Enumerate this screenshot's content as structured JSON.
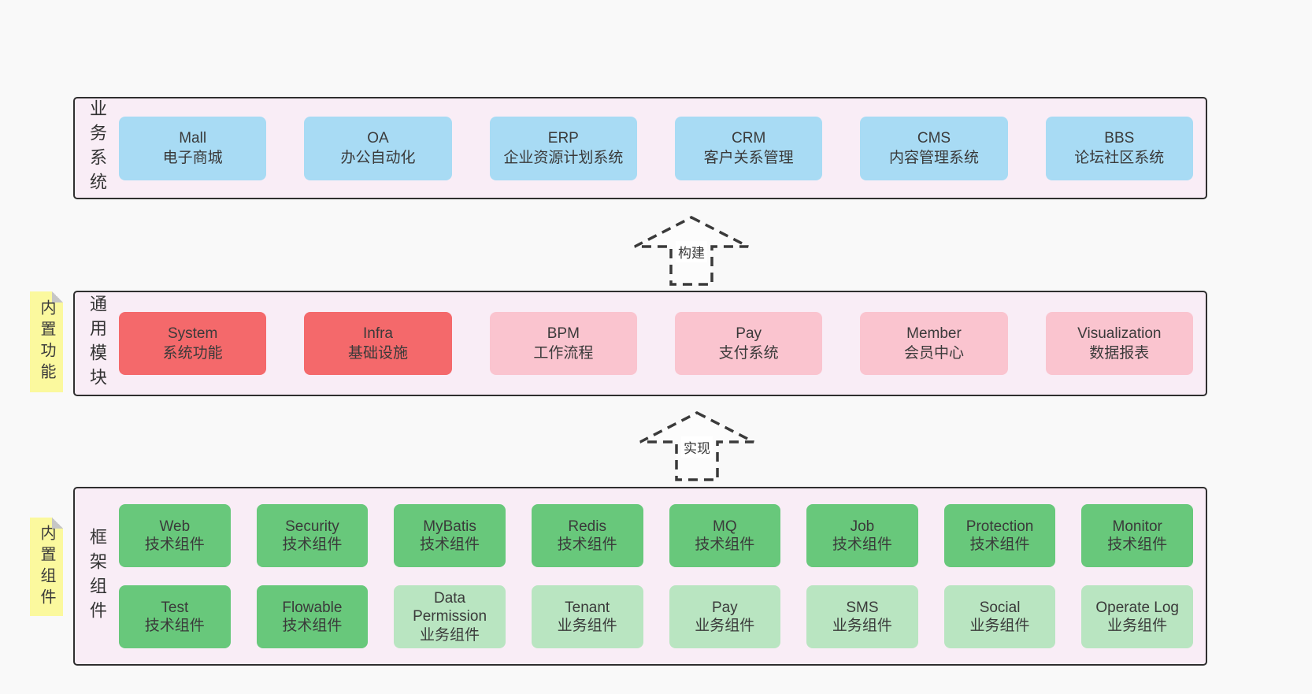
{
  "arrows": {
    "build": "构建",
    "implement": "实现"
  },
  "colors": {
    "page_bg": "#f9f9f9",
    "container_bg": "#f9edf6",
    "container_border": "#2f2f2f",
    "business_box": "#a8dbf4",
    "core_module_box": "#f4696b",
    "module_box": "#fac4cf",
    "tech_component_box": "#68c87b",
    "biz_component_box": "#b9e5c1",
    "sticky_note": "#fbf99e"
  },
  "layers": {
    "business": {
      "label": "业务系统",
      "boxes": [
        {
          "title": "Mall",
          "subtitle": "电子商城",
          "variant": "blue"
        },
        {
          "title": "OA",
          "subtitle": "办公自动化",
          "variant": "blue"
        },
        {
          "title": "ERP",
          "subtitle": "企业资源计划系统",
          "variant": "blue"
        },
        {
          "title": "CRM",
          "subtitle": "客户关系管理",
          "variant": "blue"
        },
        {
          "title": "CMS",
          "subtitle": "内容管理系统",
          "variant": "blue"
        },
        {
          "title": "BBS",
          "subtitle": "论坛社区系统",
          "variant": "blue"
        }
      ]
    },
    "modules": {
      "label": "通用模块",
      "sticky": "内置功能",
      "boxes": [
        {
          "title": "System",
          "subtitle": "系统功能",
          "variant": "red"
        },
        {
          "title": "Infra",
          "subtitle": "基础设施",
          "variant": "red"
        },
        {
          "title": "BPM",
          "subtitle": "工作流程",
          "variant": "pink"
        },
        {
          "title": "Pay",
          "subtitle": "支付系统",
          "variant": "pink"
        },
        {
          "title": "Member",
          "subtitle": "会员中心",
          "variant": "pink"
        },
        {
          "title": "Visualization",
          "subtitle": "数据报表",
          "variant": "pink"
        }
      ]
    },
    "components": {
      "label": "框架组件",
      "sticky": "内置组件",
      "rows": [
        [
          {
            "title": "Web",
            "subtitle": "技术组件",
            "variant": "green"
          },
          {
            "title": "Security",
            "subtitle": "技术组件",
            "variant": "green"
          },
          {
            "title": "MyBatis",
            "subtitle": "技术组件",
            "variant": "green"
          },
          {
            "title": "Redis",
            "subtitle": "技术组件",
            "variant": "green"
          },
          {
            "title": "MQ",
            "subtitle": "技术组件",
            "variant": "green"
          },
          {
            "title": "Job",
            "subtitle": "技术组件",
            "variant": "green"
          },
          {
            "title": "Protection",
            "subtitle": "技术组件",
            "variant": "green"
          },
          {
            "title": "Monitor",
            "subtitle": "技术组件",
            "variant": "green"
          }
        ],
        [
          {
            "title": "Test",
            "subtitle": "技术组件",
            "variant": "green"
          },
          {
            "title": "Flowable",
            "subtitle": "技术组件",
            "variant": "green"
          },
          {
            "title": "Data Permission",
            "subtitle": "业务组件",
            "variant": "lightgreen"
          },
          {
            "title": "Tenant",
            "subtitle": "业务组件",
            "variant": "lightgreen"
          },
          {
            "title": "Pay",
            "subtitle": "业务组件",
            "variant": "lightgreen"
          },
          {
            "title": "SMS",
            "subtitle": "业务组件",
            "variant": "lightgreen"
          },
          {
            "title": "Social",
            "subtitle": "业务组件",
            "variant": "lightgreen"
          },
          {
            "title": "Operate Log",
            "subtitle": "业务组件",
            "variant": "lightgreen"
          }
        ]
      ]
    }
  }
}
